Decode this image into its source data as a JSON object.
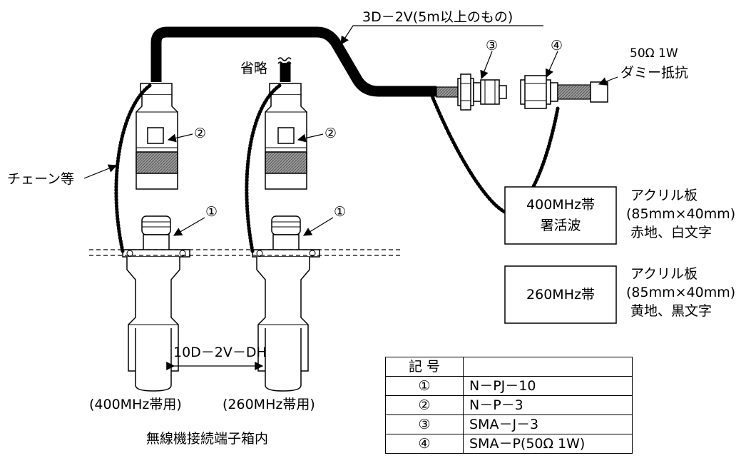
{
  "labels": {
    "cable_top": "3D－2V(5m以上のもの)",
    "omitted": "省略",
    "chain": "チェーン等",
    "cable_between": "10D－2V－DH",
    "left_use": "(400MHz帯用)",
    "right_use": "(260MHz帯用)",
    "box_caption": "無線機接続端子箱内",
    "dummy_line1": "50Ω 1W",
    "dummy_line2": "ダミー抵抗"
  },
  "callouts": {
    "c1": "①",
    "c2": "②",
    "c3": "③",
    "c4": "④"
  },
  "plates": [
    {
      "lines": [
        "400MHz帯",
        "署活波"
      ],
      "desc": [
        "アクリル板",
        "(85mm×40mm)",
        "赤地、白文字"
      ]
    },
    {
      "lines": [
        "260MHz帯"
      ],
      "desc": [
        "アクリル板",
        "(85mm×40mm)",
        "黄地、黒文字"
      ]
    }
  ],
  "legend": {
    "header": "記 号",
    "rows": [
      {
        "symbol": "①",
        "value": "N－PJ－10"
      },
      {
        "symbol": "②",
        "value": "N－P－3"
      },
      {
        "symbol": "③",
        "value": "SMA－J－3"
      },
      {
        "symbol": "④",
        "value": "SMA－P(50Ω 1W)"
      }
    ]
  }
}
